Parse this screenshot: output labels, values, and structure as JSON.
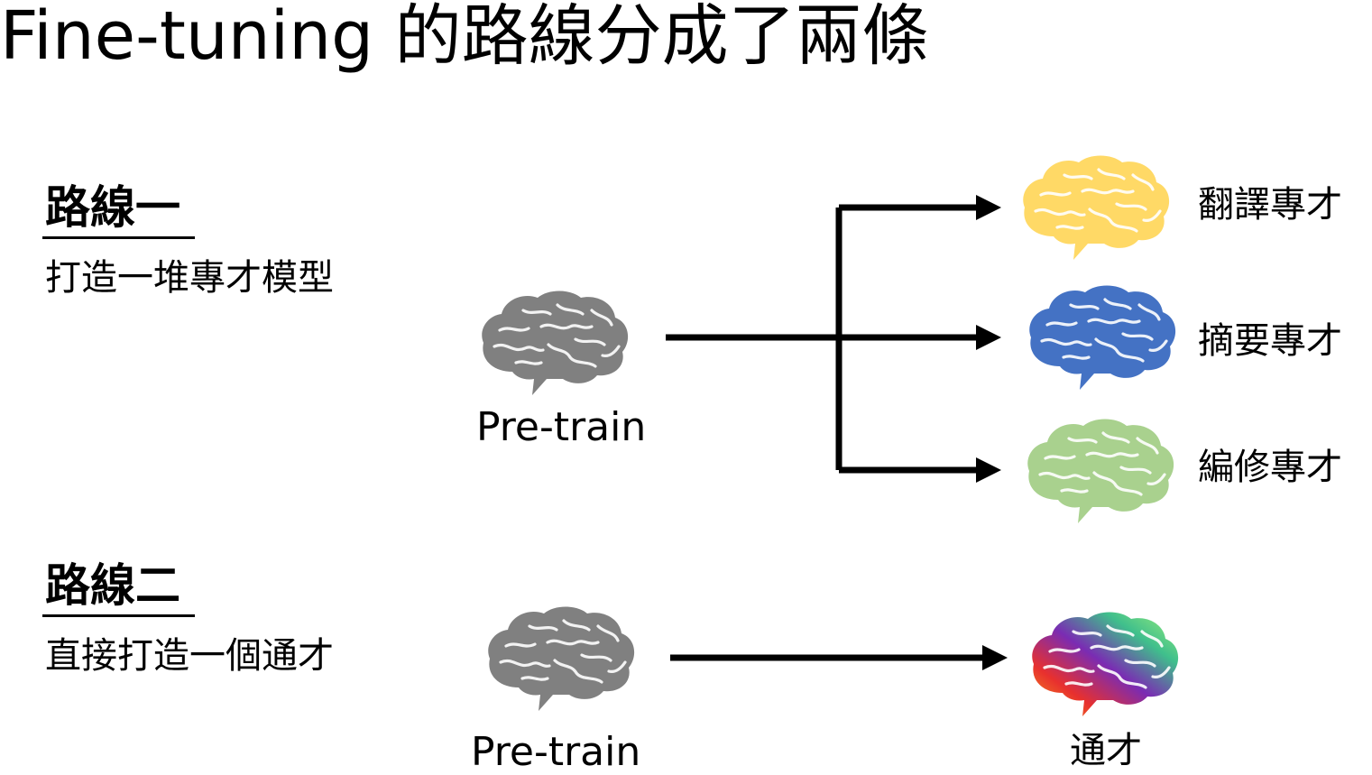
{
  "title": "Fine-tuning 的路線分成了兩條",
  "route_one": {
    "heading": "路線一",
    "description": "打造一堆專才模型",
    "source_label": "Pre-train",
    "specialists": [
      {
        "label": "翻譯專才",
        "color": "#FFD966"
      },
      {
        "label": "摘要專才",
        "color": "#4472C4"
      },
      {
        "label": "編修專才",
        "color": "#A9D18E"
      }
    ]
  },
  "route_two": {
    "heading": "路線二",
    "description": "直接打造一個通才",
    "source_label": "Pre-train",
    "target_label": "通才"
  },
  "colors": {
    "pretrain_brain": "#808080",
    "arrow": "#000000",
    "generalist_gradient": [
      "#E8302E",
      "#F5A01A",
      "#7A2CB3",
      "#3FBF8C",
      "#9EF07A"
    ]
  },
  "icons": {
    "brain": "brain-icon",
    "arrow": "arrow-right-icon"
  }
}
